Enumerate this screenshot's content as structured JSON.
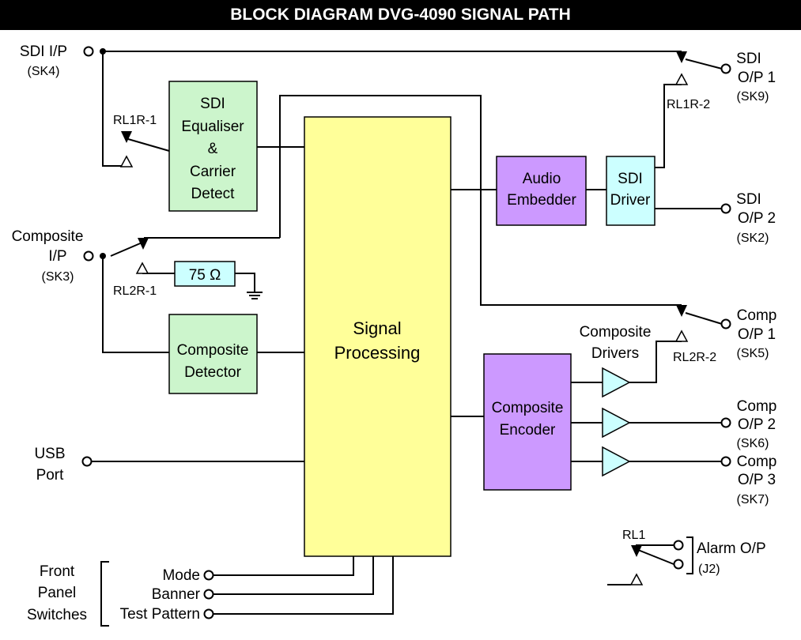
{
  "title": "BLOCK DIAGRAM DVG-4090 SIGNAL PATH",
  "colors": {
    "green_block": "#ccf5cc",
    "yellow_block": "#ffff99",
    "purple_block": "#cc99ff",
    "cyan_block": "#ccffff",
    "line": "#000000"
  },
  "inputs": {
    "sdi_ip": {
      "label": "SDI I/P",
      "socket": "(SK4)"
    },
    "composite_ip": {
      "label1": "Composite",
      "label2": "I/P",
      "socket": "(SK3)"
    },
    "usb": {
      "label1": "USB",
      "label2": "Port"
    }
  },
  "blocks": {
    "sdi_equaliser": [
      "SDI",
      "Equaliser",
      "&",
      "Carrier",
      "Detect"
    ],
    "composite_detector": [
      "Composite",
      "Detector"
    ],
    "signal_processing": [
      "Signal",
      "Processing"
    ],
    "audio_embedder": [
      "Audio",
      "Embedder"
    ],
    "sdi_driver": [
      "SDI",
      "Driver"
    ],
    "composite_encoder": [
      "Composite",
      "Encoder"
    ],
    "resistor": "75 Ω"
  },
  "relays": {
    "rl1r1": "RL1R-1",
    "rl1r2": "RL1R-2",
    "rl2r1": "RL2R-1",
    "rl2r2": "RL2R-2",
    "rl1": "RL1"
  },
  "composite_drivers": [
    "Composite",
    "Drivers"
  ],
  "outputs": {
    "sdi_op1": {
      "label1": "SDI",
      "label2": "O/P 1",
      "socket": "(SK9)"
    },
    "sdi_op2": {
      "label1": "SDI",
      "label2": "O/P 2",
      "socket": "(SK2)"
    },
    "comp_op1": {
      "label1": "Comp",
      "label2": "O/P 1",
      "socket": "(SK5)"
    },
    "comp_op2": {
      "label1": "Comp",
      "label2": "O/P 2",
      "socket": "(SK6)"
    },
    "comp_op3": {
      "label1": "Comp",
      "label2": "O/P 3",
      "socket": "(SK7)"
    },
    "alarm": {
      "label": "Alarm O/P",
      "socket": "(J2)"
    }
  },
  "front_panel": {
    "heading": [
      "Front",
      "Panel",
      "Switches"
    ],
    "switches": [
      "Mode",
      "Banner",
      "Test Pattern"
    ]
  }
}
